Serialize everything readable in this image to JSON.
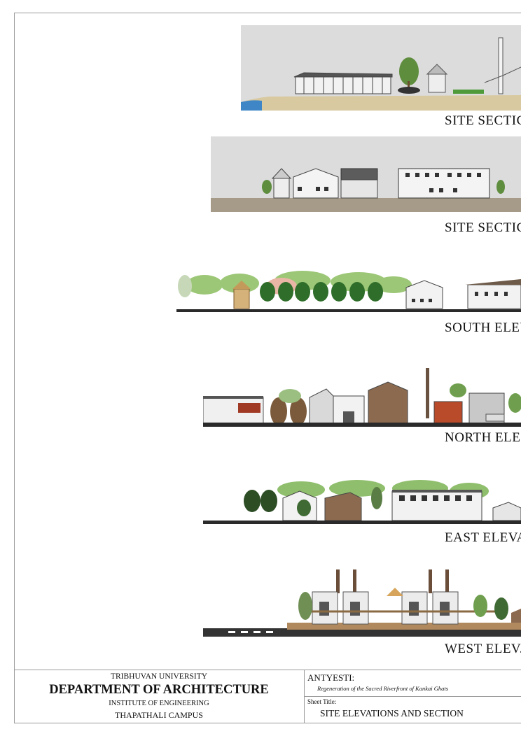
{
  "drawings": [
    {
      "caption": "SITE SECTIC"
    },
    {
      "caption": "SITE SECTIC"
    },
    {
      "caption": "SOUTH ELEV"
    },
    {
      "caption": "NORTH ELE"
    },
    {
      "caption": "EAST ELEVA"
    },
    {
      "caption": "WEST ELEV."
    }
  ],
  "title_block": {
    "university": "TRIBHUVAN UNIVERSITY",
    "department": "DEPARTMENT OF ARCHITECTURE",
    "institute": "INSTITUTE OF ENGINEERING",
    "campus": "THAPATHALI CAMPUS",
    "project_name": "ANTYESTI:",
    "project_subtitle": "Regeneration of the Sacred Riverfront of Kankai Ghats",
    "sheet_title_label": "Sheet Title:",
    "sheet_title": "SITE ELEVATIONS AND SECTION"
  }
}
